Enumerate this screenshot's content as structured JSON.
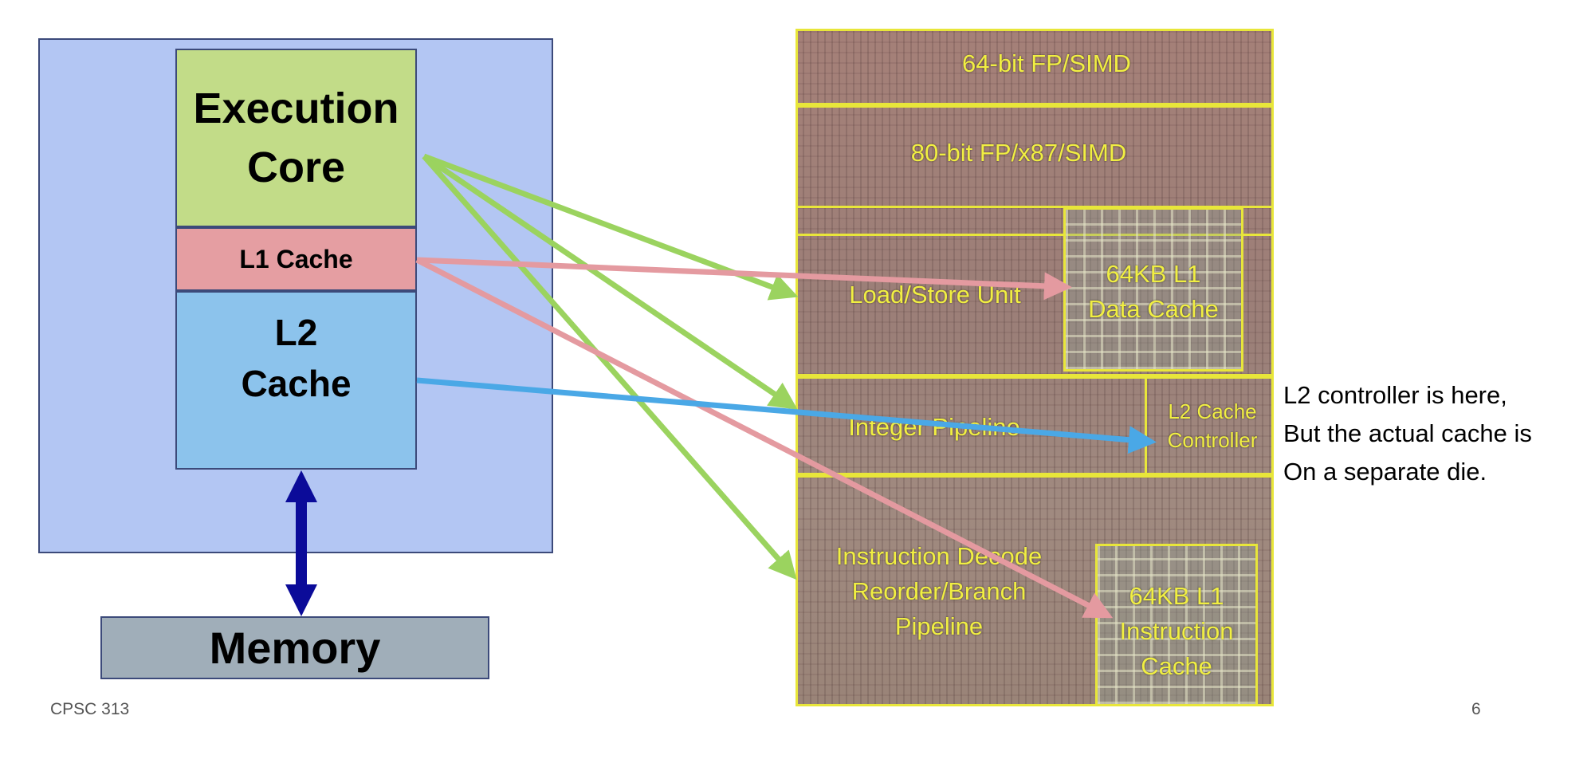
{
  "diagram": {
    "execution_core": "Execution\nCore",
    "l1_cache": "L1 Cache",
    "l2_cache": "L2\nCache",
    "memory": "Memory"
  },
  "die": {
    "fp_simd_64": "64-bit FP/SIMD",
    "fp_x87_80": "80-bit FP/x87/SIMD",
    "load_store": "Load/Store Unit",
    "l1_data": "64KB L1\nData Cache",
    "integer_pipeline": "Integer Pipeline",
    "l2_controller": "L2 Cache\nController",
    "decode": "Instruction Decode\nReorder/Branch\nPipeline",
    "l1_instruction": "64KB L1\nInstruction\nCache"
  },
  "note": "L2 controller is here,\nBut the actual cache is\nOn a separate die.",
  "footer": {
    "course": "CPSC 313",
    "page": "6"
  },
  "colors": {
    "green_arrow": "#9bd35f",
    "pink_arrow": "#e49aa0",
    "blue_arrow": "#4aa8e6",
    "memory_arrow": "#0b0b99",
    "die_label": "#f1ef42"
  }
}
